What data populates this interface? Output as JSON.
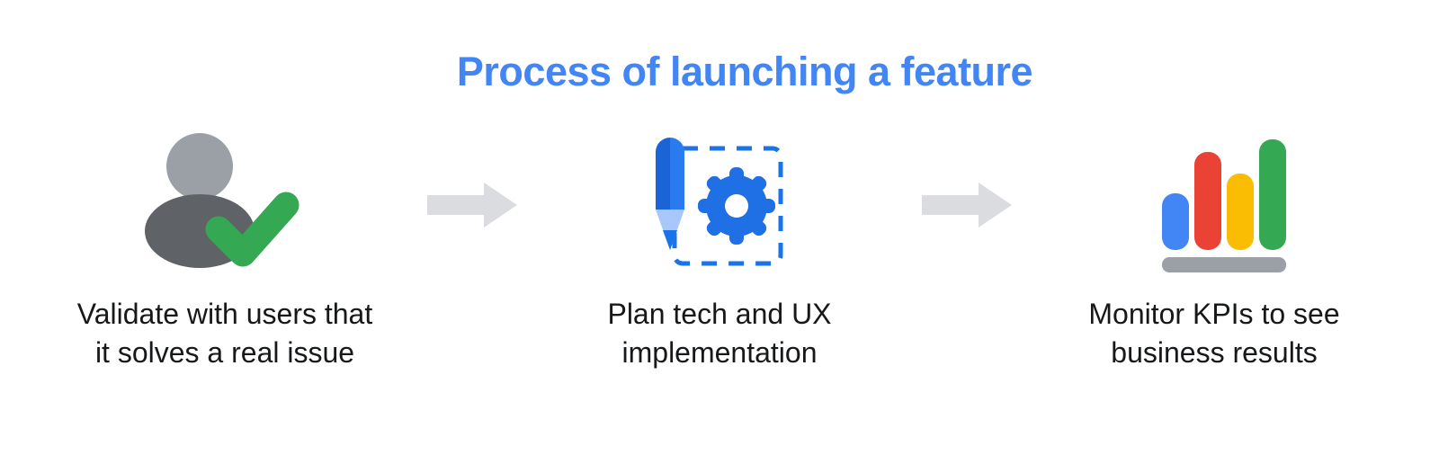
{
  "slide": {
    "title": "Process of launching a feature",
    "background_color": "#FFFFFF",
    "title_color": "#4285F4"
  },
  "palette": {
    "blue": "#4285F4",
    "blue_dark": "#1A73E8",
    "blue_light": "#A8C7FA",
    "red": "#EA4335",
    "yellow": "#FBBC04",
    "green": "#34A853",
    "gray_light": "#9AA0A6",
    "gray_dark": "#5F6368",
    "arrow_gray": "#DADCE0",
    "base_gray": "#9AA0A6",
    "text": "#16181A"
  },
  "steps": [
    {
      "index": 1,
      "icon": "user-check-icon",
      "caption_line1": "Validate with users that",
      "caption_line2": "it solves a real issue"
    },
    {
      "index": 2,
      "icon": "pencil-gear-icon",
      "caption_line1": "Plan tech and UX",
      "caption_line2": "implementation"
    },
    {
      "index": 3,
      "icon": "bar-chart-icon",
      "caption_line1": "Monitor KPIs to see",
      "caption_line2": "business results"
    }
  ],
  "arrows": [
    {
      "index": 1,
      "icon": "arrow-right-icon",
      "color": "#DADCE0"
    },
    {
      "index": 2,
      "icon": "arrow-right-icon",
      "color": "#DADCE0"
    }
  ],
  "chart_icon": {
    "type": "bar",
    "categories": [
      "1",
      "2",
      "3",
      "4"
    ],
    "values": [
      52,
      88,
      67,
      100
    ],
    "bar_colors": [
      "#4285F4",
      "#EA4335",
      "#FBBC04",
      "#34A853"
    ],
    "baseline_color": "#9AA0A6"
  }
}
